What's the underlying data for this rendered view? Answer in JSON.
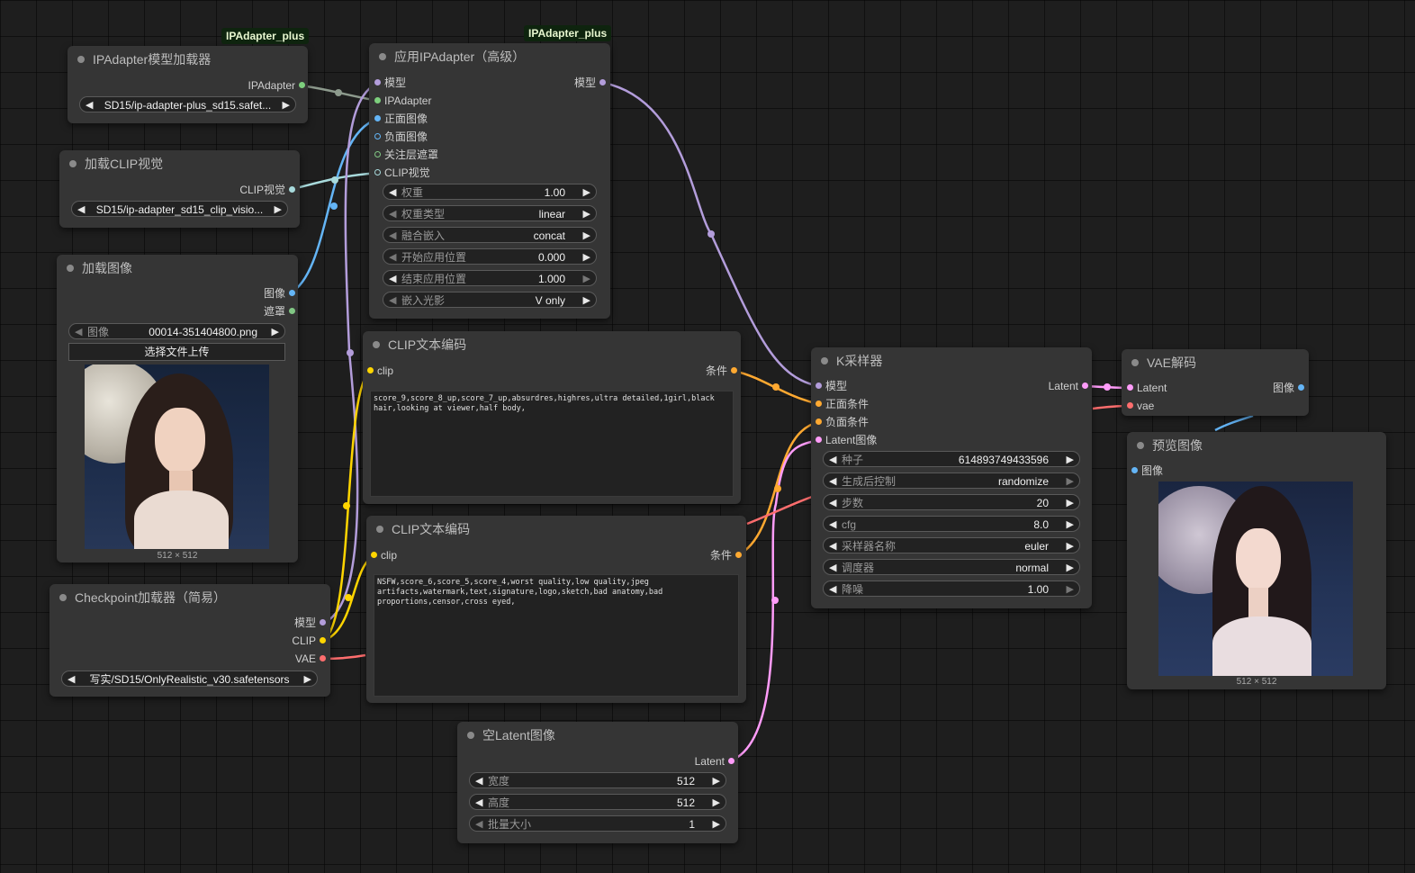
{
  "colors": {
    "model": "#b39ddb",
    "ipadapter": "#7dcf7d",
    "image": "#64b5f6",
    "mask": "#81c784",
    "clip_vision": "#a8dadc",
    "clip": "#ffd500",
    "conditioning": "#ffa931",
    "latent": "#ff9cf9",
    "vae": "#ff6e6e"
  },
  "badges": {
    "ipadapter_plus_1": "IPAdapter_plus",
    "ipadapter_plus_2": "IPAdapter_plus"
  },
  "nodes": {
    "ipa_loader": {
      "title": "IPAdapter模型加载器",
      "out_ipadapter": "IPAdapter",
      "file": "SD15/ip-adapter-plus_sd15.safet..."
    },
    "clip_vision_loader": {
      "title": "加载CLIP视觉",
      "out_clip_vision": "CLIP视觉",
      "file": "SD15/ip-adapter_sd15_clip_visio..."
    },
    "load_image": {
      "title": "加载图像",
      "out_image": "图像",
      "out_mask": "遮罩",
      "image_label": "图像",
      "image_value": "00014-351404800.png",
      "upload_button": "选择文件上传",
      "size_caption": "512 × 512"
    },
    "checkpoint": {
      "title": "Checkpoint加载器（简易）",
      "out_model": "模型",
      "out_clip": "CLIP",
      "out_vae": "VAE",
      "file": "写实/SD15/OnlyRealistic_v30.safetensors"
    },
    "apply_ipa": {
      "title": "应用IPAdapter（高级）",
      "in_model": "模型",
      "in_ipadapter": "IPAdapter",
      "in_pos_image": "正面图像",
      "in_neg_image": "负面图像",
      "in_attn_mask": "关注层遮罩",
      "in_clip_vision": "CLIP视觉",
      "out_model": "模型",
      "widgets": [
        {
          "label": "权重",
          "value": "1.00"
        },
        {
          "label": "权重类型",
          "value": "linear"
        },
        {
          "label": "融合嵌入",
          "value": "concat"
        },
        {
          "label": "开始应用位置",
          "value": "0.000"
        },
        {
          "label": "结束应用位置",
          "value": "1.000"
        },
        {
          "label": "嵌入光影",
          "value": "V only"
        }
      ]
    },
    "clip_pos": {
      "title": "CLIP文本编码",
      "in_clip": "clip",
      "out_cond": "条件",
      "text": "score_9,score_8_up,score_7_up,absurdres,highres,ultra detailed,1girl,black hair,looking at viewer,half body,"
    },
    "clip_neg": {
      "title": "CLIP文本编码",
      "in_clip": "clip",
      "out_cond": "条件",
      "text": "NSFW,score_6,score_5,score_4,worst quality,low quality,jpeg artifacts,watermark,text,signature,logo,sketch,bad anatomy,bad proportions,censor,cross eyed,"
    },
    "empty_latent": {
      "title": "空Latent图像",
      "out_latent": "Latent",
      "widgets": [
        {
          "label": "宽度",
          "value": "512"
        },
        {
          "label": "高度",
          "value": "512"
        },
        {
          "label": "批量大小",
          "value": "1"
        }
      ]
    },
    "ksampler": {
      "title": "K采样器",
      "in_model": "模型",
      "in_pos": "正面条件",
      "in_neg": "负面条件",
      "in_latent": "Latent图像",
      "out_latent": "Latent",
      "widgets": [
        {
          "label": "种子",
          "value": "614893749433596"
        },
        {
          "label": "生成后控制",
          "value": "randomize"
        },
        {
          "label": "步数",
          "value": "20"
        },
        {
          "label": "cfg",
          "value": "8.0"
        },
        {
          "label": "采样器名称",
          "value": "euler"
        },
        {
          "label": "调度器",
          "value": "normal"
        },
        {
          "label": "降噪",
          "value": "1.00"
        }
      ]
    },
    "vae_decode": {
      "title": "VAE解码",
      "in_latent": "Latent",
      "in_vae": "vae",
      "out_image": "图像"
    },
    "preview": {
      "title": "预览图像",
      "in_image": "图像",
      "size_caption": "512 × 512"
    }
  }
}
